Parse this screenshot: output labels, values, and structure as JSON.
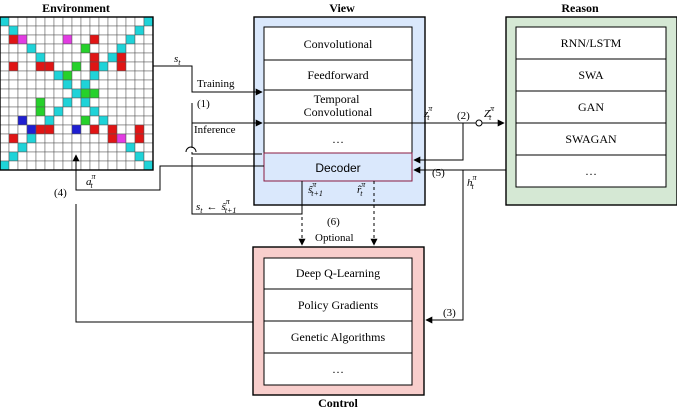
{
  "colors": {
    "view_fill": "#dae8fc",
    "reason_fill": "#d5e8d4",
    "control_fill": "#f8cecc",
    "cyan": "#1fd3d8",
    "red": "#e01515",
    "magenta": "#e23ce2",
    "green": "#26d12b",
    "blue": "#1f1fd1",
    "decoder_border": "#8b1a40"
  },
  "environment": {
    "title": "Environment",
    "grid_size": 17,
    "cells": {
      "red": [
        [
          2,
          1
        ],
        [
          5,
          1
        ],
        [
          13,
          1
        ],
        [
          5,
          4
        ],
        [
          5,
          5
        ],
        [
          12,
          4
        ],
        [
          12,
          5
        ],
        [
          2,
          10
        ],
        [
          4,
          10
        ],
        [
          5,
          10
        ],
        [
          12,
          10
        ],
        [
          4,
          13
        ],
        [
          5,
          13
        ],
        [
          12,
          12
        ],
        [
          13,
          12
        ],
        [
          12,
          15
        ],
        [
          13,
          15
        ]
      ],
      "magenta": [
        [
          2,
          2
        ],
        [
          2,
          7
        ],
        [
          13,
          13
        ]
      ],
      "green": [
        [
          9,
          4
        ],
        [
          10,
          4
        ],
        [
          6,
          7
        ],
        [
          5,
          8
        ],
        [
          3,
          9
        ],
        [
          11,
          9
        ],
        [
          8,
          9
        ],
        [
          8,
          10
        ]
      ],
      "blue": [
        [
          11,
          2
        ],
        [
          12,
          3
        ],
        [
          12,
          8
        ]
      ]
    }
  },
  "view": {
    "title": "View",
    "modules": [
      "Convolutional",
      "Feedforward",
      "Temporal Convolutional",
      "…"
    ],
    "decoder": "Decoder"
  },
  "reason": {
    "title": "Reason",
    "modules": [
      "RNN/LSTM",
      "SWA",
      "GAN",
      "SWAGAN",
      "…"
    ]
  },
  "control": {
    "title": "Control",
    "modules": [
      "Deep Q-Learning",
      "Policy Gradients",
      "Genetic Algorithms",
      "…"
    ]
  },
  "labels": {
    "training": "Training",
    "inference": "Inference",
    "optional": "Optional",
    "step1": "(1)",
    "step2": "(2)",
    "step3": "(3)",
    "step4": "(4)",
    "step5": "(5)",
    "step6": "(6)",
    "s": "s",
    "s_sub": "t",
    "a": "a",
    "a_sub": "t",
    "pi": "π",
    "z": "z",
    "z_sub": "t",
    "Z": "Z",
    "Z_sub": "t",
    "h": "h",
    "h_sub": "t",
    "shat": "ŝ",
    "shat_sub": "t+1",
    "rhat": "r̂",
    "rhat_sub": "t",
    "arrow": "←",
    "update_s": "s",
    "update_s_sub": "t",
    "update_shat": "ŝ",
    "update_shat_sub": "t+1"
  }
}
